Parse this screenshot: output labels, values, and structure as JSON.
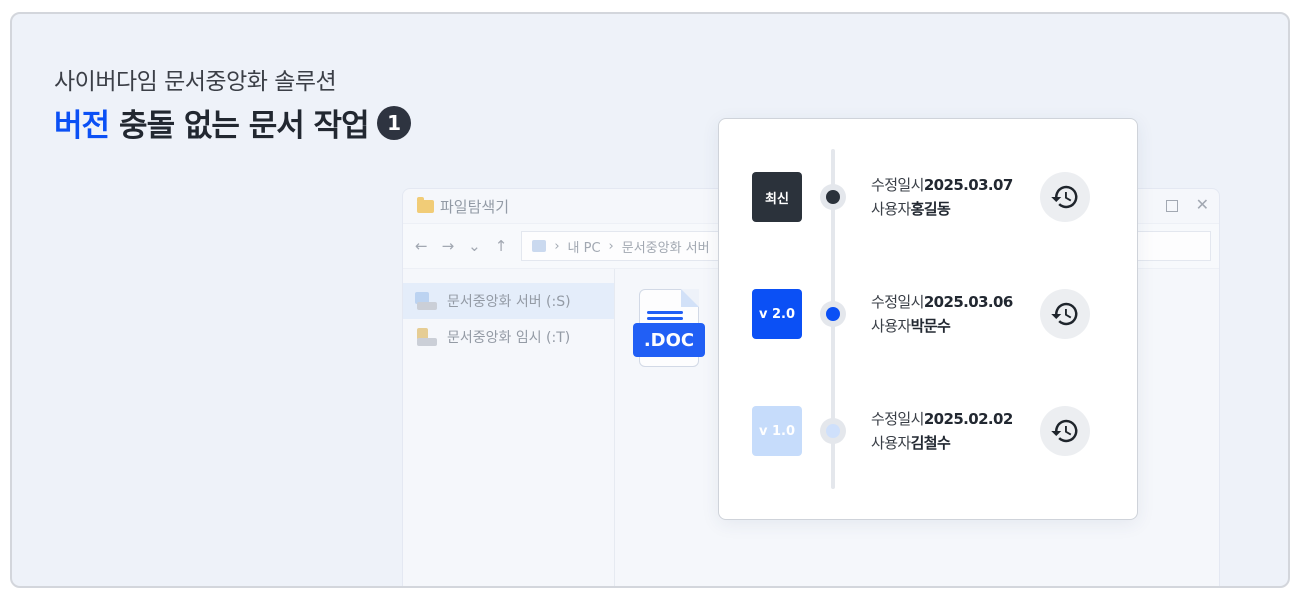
{
  "header": {
    "subtitle": "사이버다임 문서중앙화 솔루션",
    "headline_accent": "버전",
    "headline_rest": "충돌 없는 문서 작업",
    "step_number": "1"
  },
  "explorer": {
    "title": "파일탐색기",
    "nav_back": "←",
    "nav_forward": "→",
    "nav_dropdown": "⌄",
    "nav_up": "↑",
    "breadcrumb": [
      "내 PC",
      "문서중앙화 서버"
    ],
    "breadcrumb_sep": "›",
    "window_close": "✕",
    "drives": [
      {
        "label": "문서중앙화 서버 (:S)",
        "selected": true
      },
      {
        "label": "문서중앙화 임시 (:T)",
        "selected": false
      }
    ],
    "file": {
      "label": ".DOC"
    }
  },
  "versions": {
    "date_prefix": "수정일시",
    "user_prefix": "사용자",
    "items": [
      {
        "badge": "최신",
        "date": "2025.03.07",
        "user": "홍길동",
        "badge_color": "#2b323b",
        "dot_color": "#2b323b"
      },
      {
        "badge": "v 2.0",
        "date": "2025.03.06",
        "user": "박문수",
        "badge_color": "#0b50f5",
        "dot_color": "#0b50f5"
      },
      {
        "badge": "v 1.0",
        "date": "2025.02.02",
        "user": "김철수",
        "badge_color": "#c6dcfb",
        "dot_color": "#cfe0fb"
      }
    ],
    "restore_icon": "history-icon"
  },
  "colors": {
    "accent": "#0b50f5",
    "dark": "#2b323b",
    "light_blue": "#c6dcfb"
  }
}
